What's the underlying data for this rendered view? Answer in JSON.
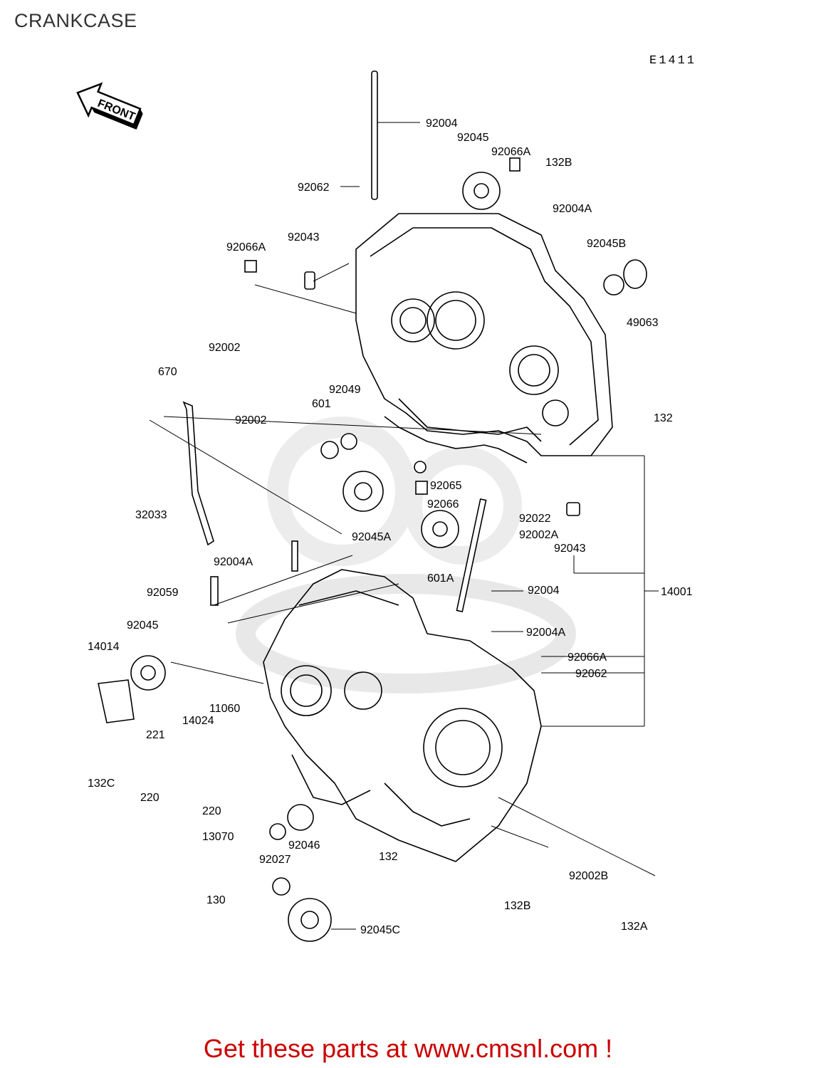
{
  "title": "CRANKCASE",
  "diagram_code": "E1411",
  "front_label": "FRONT",
  "footer_link": "Get these parts at www.cmsnl.com !",
  "colors": {
    "link": "#cc0000",
    "line": "#000000",
    "watermark": "#e6e6e6"
  },
  "parts": [
    "92004",
    "92045",
    "92066A",
    "132B",
    "92062",
    "92004A",
    "92043",
    "92066A",
    "92045B",
    "49063",
    "92002",
    "670",
    "92049",
    "601",
    "92002",
    "132",
    "92065",
    "92066",
    "32033",
    "92045A",
    "92022",
    "92002A",
    "92043",
    "601A",
    "92004A",
    "92004",
    "92059",
    "14001",
    "92004A",
    "92045",
    "14014",
    "92066A",
    "92062",
    "11060",
    "14024",
    "221",
    "132C",
    "220",
    "220",
    "13070",
    "92046",
    "92027",
    "132",
    "132B",
    "92002B",
    "130",
    "92045C",
    "132A"
  ]
}
